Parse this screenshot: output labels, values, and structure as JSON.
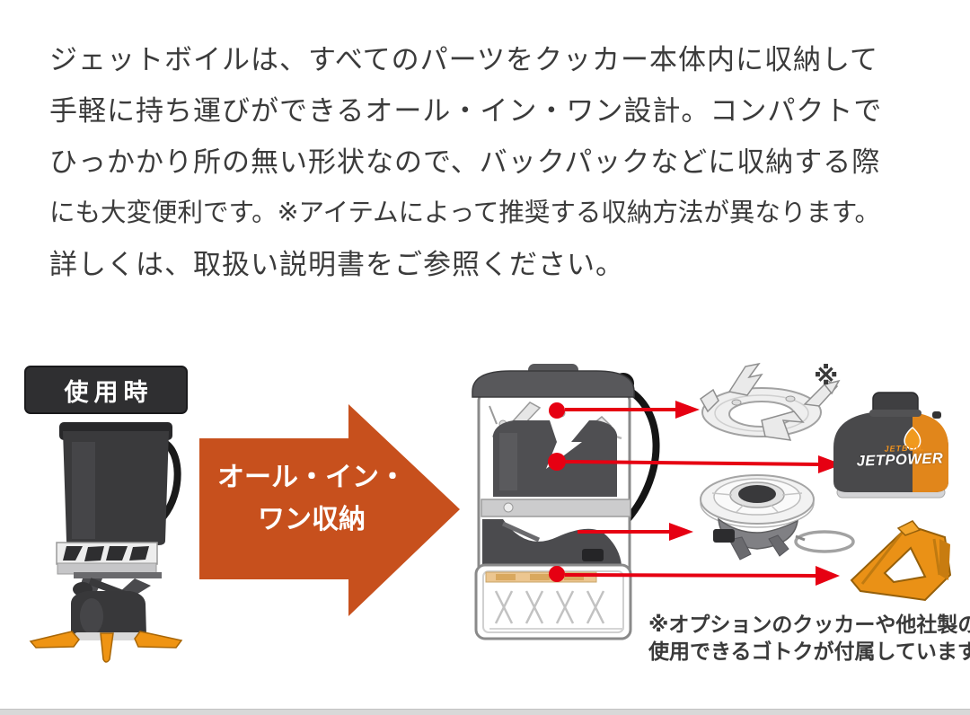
{
  "intro": {
    "line1": "ジェットボイルは、すべてのパーツをクッカー本体内に収納して",
    "line2": "手軽に持ち運びができるオール・イン・ワン設計。コンパクトで",
    "line3": "ひっかかり所の無い形状なので、バックパックなどに収納する際",
    "line4": "にも大変便利です。※アイテムによって推奨する収納方法が異なります。",
    "line5": "詳しくは、取扱い説明書をご参照ください。"
  },
  "diagram": {
    "usage_label": "使用時",
    "arrow_label": {
      "line1": "オール・イン・",
      "line2": "ワン収納"
    },
    "pot_support_note_mark": "※",
    "canister": {
      "brand": "JETBOIL",
      "product": "JETPOWER"
    },
    "footnote": {
      "line1": "※オプションのクッカーや他社製の鍋を",
      "line2": "使用できるゴトクが付属しています。"
    }
  },
  "colors": {
    "body_text": "#3b3b3b",
    "usage_label_bg": "#2f2f31",
    "arrow_orange": "#c7501d",
    "annotation_red": "#e60012",
    "stabilizer_orange": "#ea9116",
    "canister_orange": "#e1861b"
  }
}
